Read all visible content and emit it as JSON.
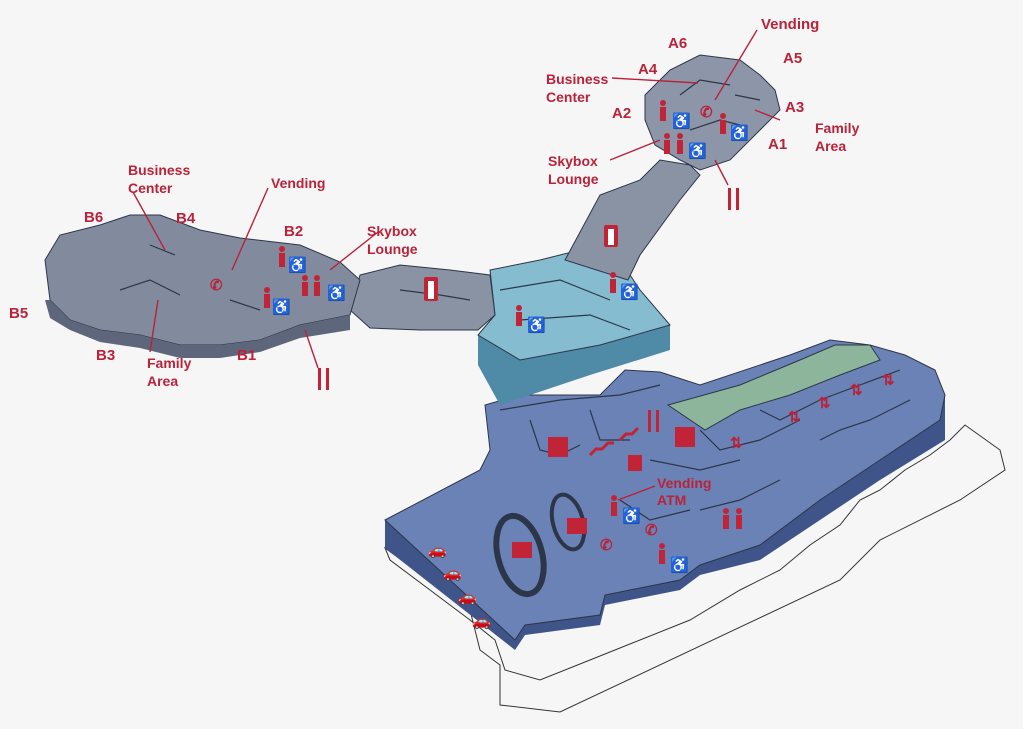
{
  "labels": {
    "vending_a": "Vending",
    "a6": "A6",
    "a5": "A5",
    "a4": "A4",
    "a3": "A3",
    "a2": "A2",
    "a1": "A1",
    "business_center_a": [
      "Business",
      "Center"
    ],
    "family_area_a": [
      "Family",
      "Area"
    ],
    "skybox_lounge_a": [
      "Skybox",
      "Lounge"
    ],
    "business_center_b": [
      "Business",
      "Center"
    ],
    "vending_b": "Vending",
    "b6": "B6",
    "b4": "B4",
    "b2": "B2",
    "b5": "B5",
    "b3": "B3",
    "b1": "B1",
    "skybox_lounge_b": [
      "Skybox",
      "Lounge"
    ],
    "family_area_b": [
      "Family",
      "Area"
    ],
    "vending_main": "Vending",
    "atm_main": "ATM"
  },
  "colors": {
    "label": "#b8233a",
    "wing_fill": "#7d8799",
    "wing_top": "#9aa3b3",
    "hub_fill": "#7fb2c7",
    "main_fill": "#5b73a6",
    "main_top": "#6d85b8",
    "green_fill": "#8fb59b",
    "icon": "#c12437"
  },
  "icons": [
    "phone-icon",
    "restroom-icon",
    "accessible-icon",
    "dining-icon",
    "elevator-icon",
    "stairs-icon",
    "escalator-icon",
    "parking-icon",
    "ticket-icon"
  ]
}
